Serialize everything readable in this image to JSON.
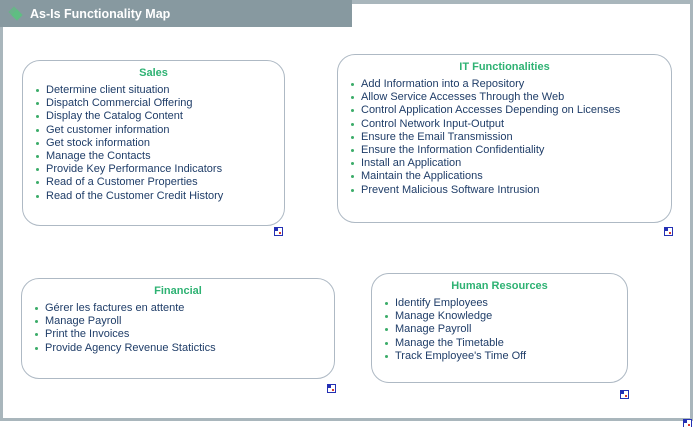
{
  "title_bar": {
    "title": "As-Is Functionality Map",
    "icon": "green-diamond-function-icon"
  },
  "colors": {
    "title_bar_bg": "#8799A0",
    "top_strip": "#A9B6BC",
    "title_text": "#FFFFFF",
    "frame_border": "#A9B6BC",
    "box_border": "#AEB9C4",
    "box_title": "#2EB273",
    "item_text": "#1F3D68",
    "bullet": "#3BAC69",
    "diamond_green": "#5FBE82",
    "mini_icon_border": "#2430B4",
    "mini_icon_blue": "#2430B4",
    "mini_icon_red": "#D43B30"
  },
  "icons": {
    "box_corner_icon": "embedded-diagram-indicator"
  },
  "boxes": [
    {
      "id": "sales",
      "title": "Sales",
      "items": [
        "Determine client situation",
        "Dispatch Commercial Offering",
        "Display the Catalog Content",
        "Get customer information",
        "Get stock information",
        "Manage the Contacts",
        "Provide Key Performance Indicators",
        "Read of a Customer Properties",
        "Read of the Customer Credit History"
      ]
    },
    {
      "id": "it-functionalities",
      "title": "IT Functionalities",
      "items": [
        "Add Information into a Repository",
        "Allow Service Accesses Through the Web",
        "Control Application Accesses Depending on Licenses",
        "Control Network Input-Output",
        "Ensure the Email Transmission",
        "Ensure the Information Confidentiality",
        "Install an Application",
        "Maintain the Applications",
        "Prevent Malicious Software Intrusion"
      ]
    },
    {
      "id": "financial",
      "title": "Financial",
      "items": [
        "Gérer les factures en attente",
        "Manage Payroll",
        "Print the Invoices",
        "Provide Agency Revenue Statictics"
      ]
    },
    {
      "id": "human-resources",
      "title": "Human Resources",
      "items": [
        "Identify Employees",
        "Manage Knowledge",
        "Manage Payroll",
        "Manage the Timetable",
        "Track Employee's Time Off"
      ]
    }
  ]
}
